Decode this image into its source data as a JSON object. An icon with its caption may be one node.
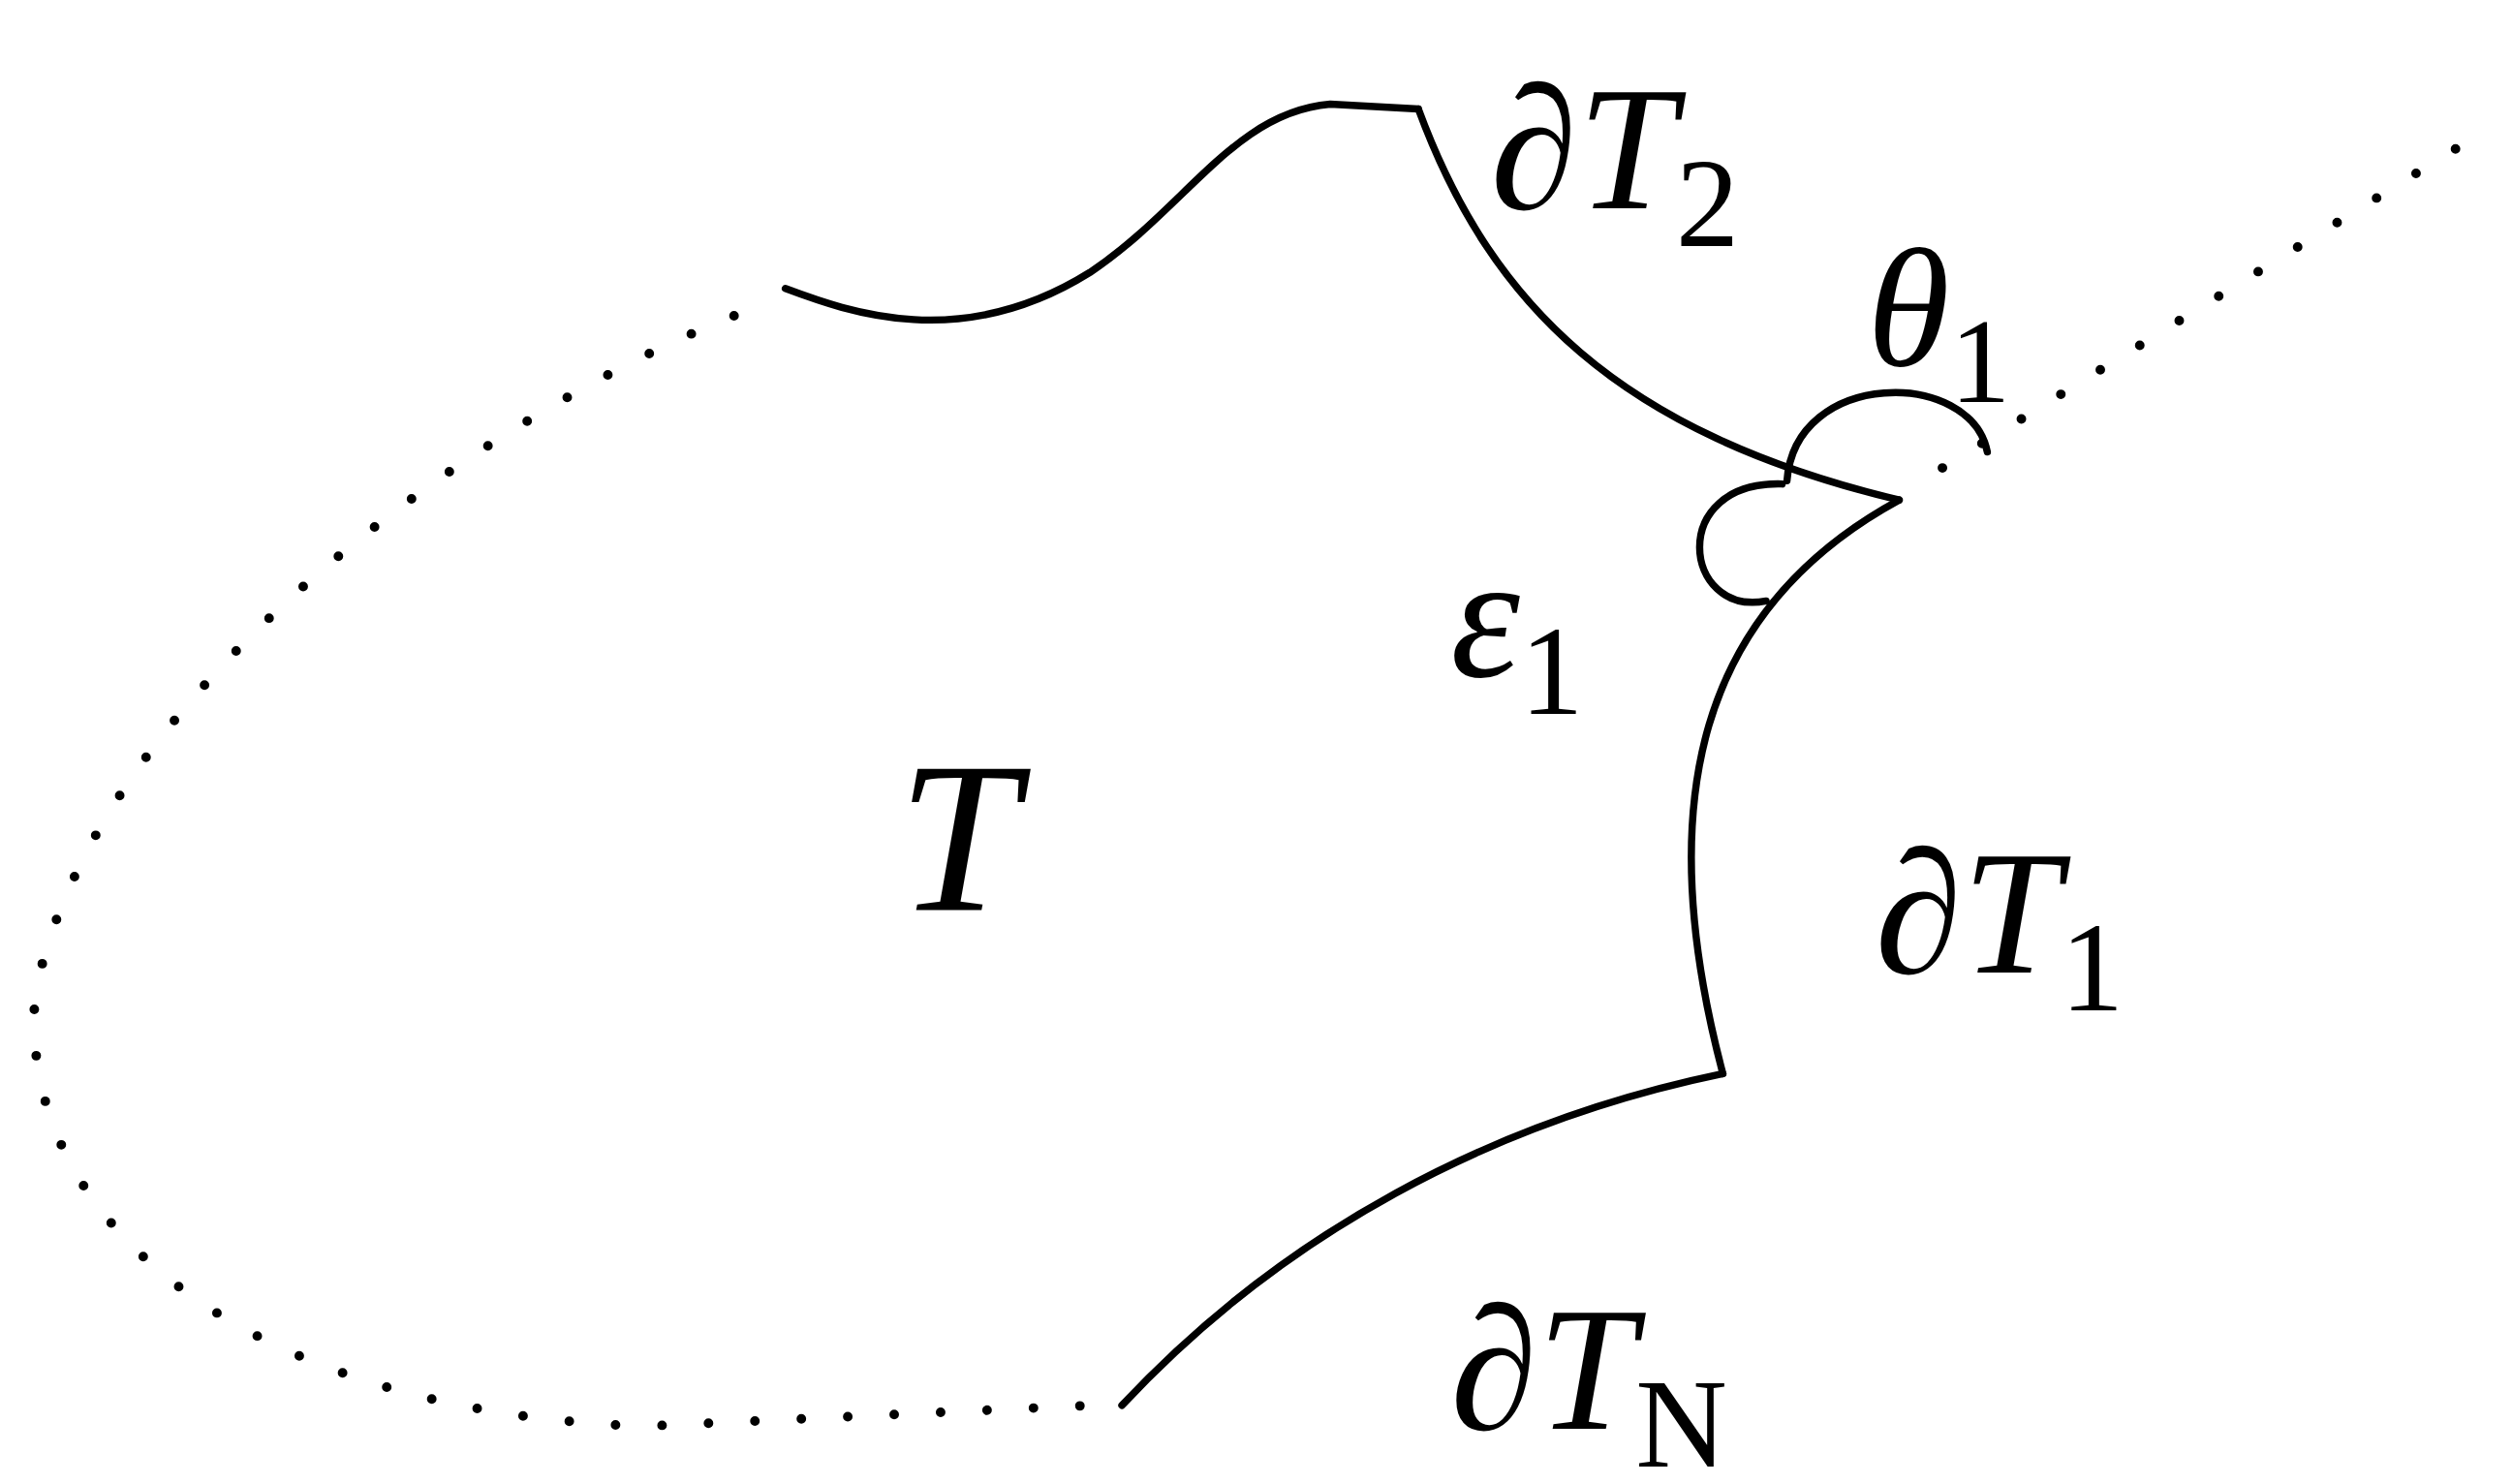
{
  "diagram": {
    "labels": [
      "∂T$_{2}$",
      "θ$_{1}$",
      "ε$_{1}$",
      "T",
      "∂T$_{1}$",
      "∂T$_{N}$"
    ]
  }
}
